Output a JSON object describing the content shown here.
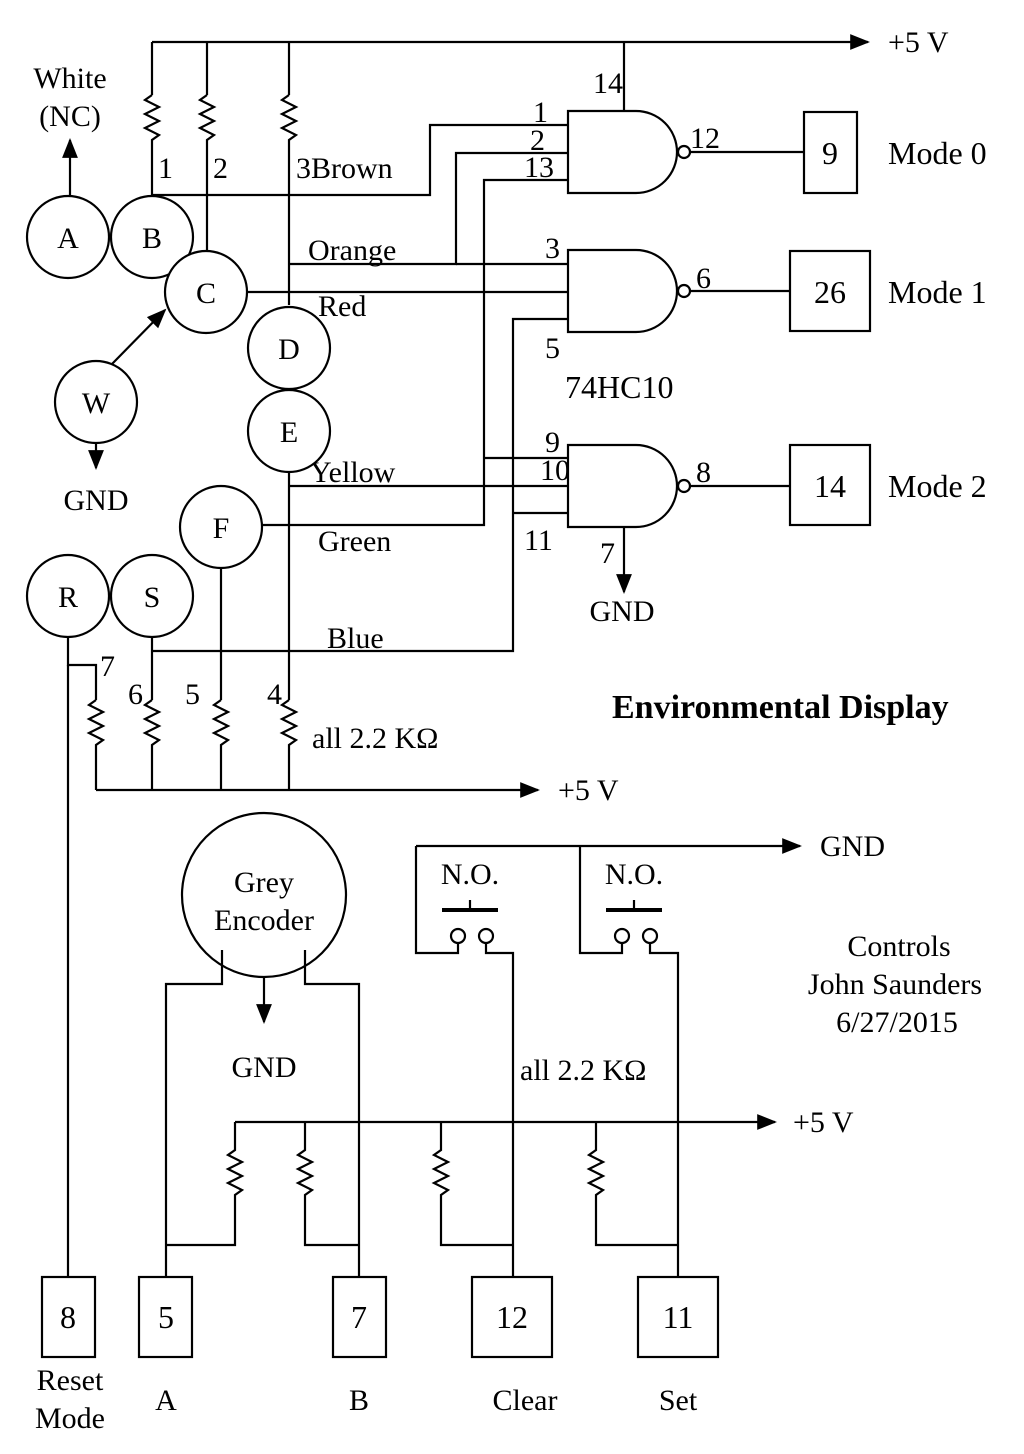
{
  "title": "Environmental Display",
  "controls_caption": [
    "Controls",
    "John Saunders",
    "6/27/2015"
  ],
  "supply": {
    "vcc": "+5 V",
    "gnd": "GND"
  },
  "chip": "74HC10",
  "resistor_notes": {
    "display": "all 2.2 KΩ",
    "controls": "all 2.2 KΩ"
  },
  "contacts": [
    "A",
    "B",
    "C",
    "D",
    "E",
    "F",
    "R",
    "S",
    "W"
  ],
  "contact_a_note": [
    "White",
    "(NC)"
  ],
  "wires": {
    "brown": "3Brown",
    "orange": "Orange",
    "red": "Red",
    "yellow": "Yellow",
    "green": "Green",
    "blue": "Blue"
  },
  "resistor_numbers_top": [
    "1",
    "2"
  ],
  "resistor_numbers_bottom": [
    "7",
    "6",
    "5",
    "4"
  ],
  "gates": [
    {
      "inputs": [
        "1",
        "2",
        "13"
      ],
      "output_pin": "12",
      "box": "9",
      "mode": "Mode 0",
      "vcc_pin": "14"
    },
    {
      "inputs": [
        "3",
        "",
        "5"
      ],
      "output_pin": "6",
      "box": "26",
      "mode": "Mode 1"
    },
    {
      "inputs": [
        "9",
        "10",
        "11"
      ],
      "output_pin": "8",
      "box": "14",
      "mode": "Mode 2",
      "gnd_pin": "7"
    }
  ],
  "encoder": [
    "Grey",
    "Encoder"
  ],
  "switch_label": "N.O.",
  "outputs": [
    {
      "box": "8",
      "label": [
        "Reset",
        "Mode"
      ]
    },
    {
      "box": "5",
      "label": [
        "A"
      ]
    },
    {
      "box": "7",
      "label": [
        "B"
      ]
    },
    {
      "box": "12",
      "label": [
        "Clear"
      ]
    },
    {
      "box": "11",
      "label": [
        "Set"
      ]
    }
  ]
}
